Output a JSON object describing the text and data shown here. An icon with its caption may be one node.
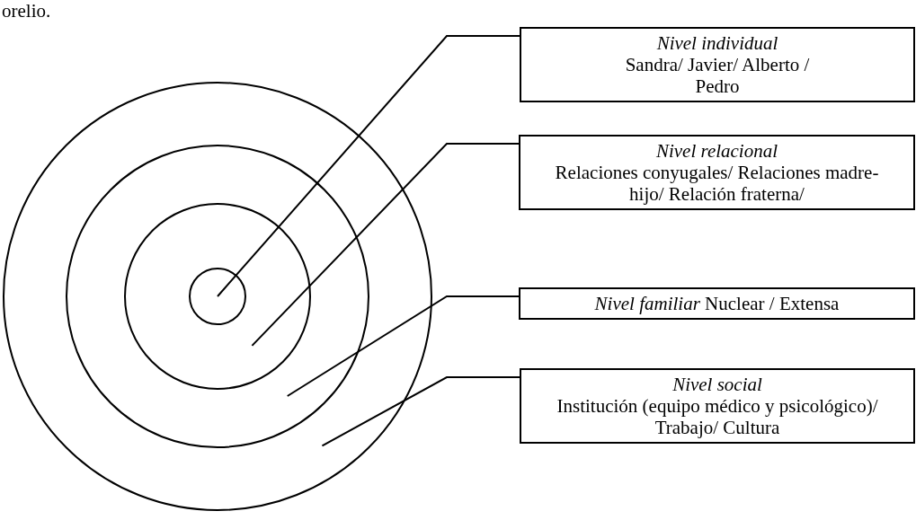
{
  "diagram": {
    "nodes": [
      {
        "text": [],
        "shape": "circle"
      },
      {
        "text": [],
        "shape": "circle",
        "in": 0
      },
      {
        "text": [],
        "shape": "circle",
        "in": 1
      },
      {
        "text": [],
        "shape": "circle",
        "in": 2
      },
      {
        "text": [
          "Nivel individual",
          "Sandra/ Javier/ Alberto / Pedro"
        ]
      },
      {
        "text": [
          "Nivel relacional",
          "Relaciones conyugales/ Relaciones madre-hijo/ Relación fraterna/"
        ]
      },
      {
        "text": [
          "Nivel familiar",
          "Nuclear / Extensa"
        ]
      },
      {
        "text": [
          "Nivel social",
          "Institución (equipo médico y psicológico)/ Trabajo/ Cultura"
        ]
      }
    ],
    "edges": [
      {
        "from": 3,
        "to": 4,
        "arrow": "none"
      },
      {
        "from": 2,
        "to": 5,
        "arrow": "none"
      },
      {
        "from": 1,
        "to": 6,
        "arrow": "none"
      },
      {
        "from": 0,
        "to": 7,
        "arrow": "none"
      }
    ],
    "labels": [
      "orelio."
    ]
  }
}
